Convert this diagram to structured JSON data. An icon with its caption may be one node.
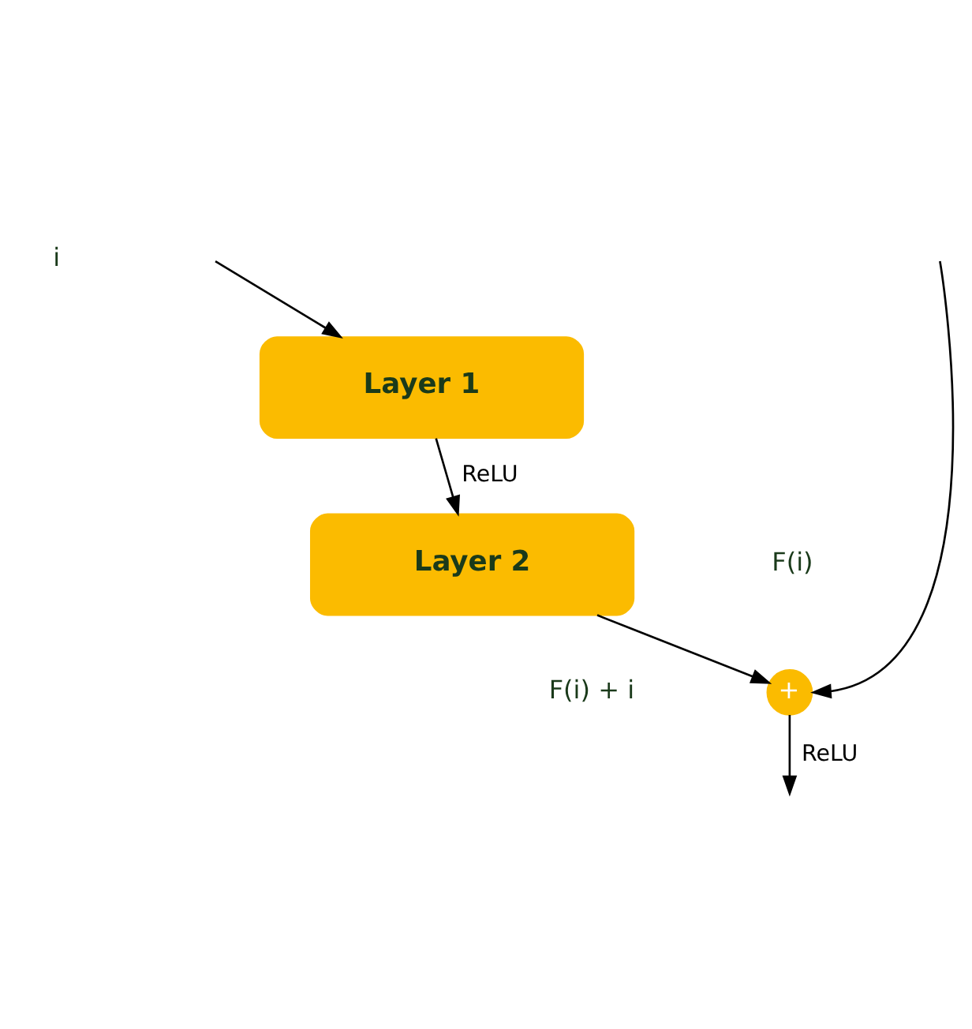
{
  "diagram": {
    "nodes": [
      {
        "text": [
          "Layer 1"
        ]
      },
      {
        "text": [
          "Layer 2"
        ]
      },
      {
        "text": [
          "+"
        ]
      }
    ],
    "edges": [
      {
        "from": null,
        "to": 0,
        "arrow": "to"
      },
      {
        "from": null,
        "to": 2,
        "arrow": "to"
      },
      {
        "from": 0,
        "to": 1,
        "label": "ReLU",
        "arrow": "to"
      },
      {
        "from": 1,
        "to": 2,
        "arrow": "to"
      },
      {
        "from": 2,
        "to": null,
        "label": "ReLU",
        "arrow": "to"
      }
    ],
    "labels": [
      "i",
      "F(i)",
      "F(i) + i"
    ]
  }
}
